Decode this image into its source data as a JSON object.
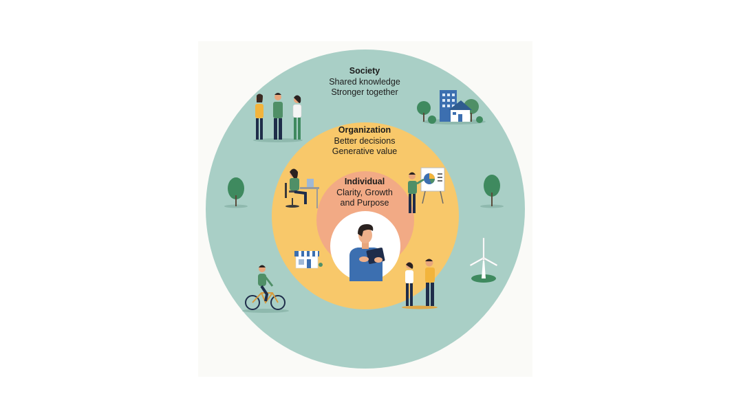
{
  "rings": {
    "society": {
      "title": "Society",
      "lines": [
        "Shared knowledge",
        "Stronger together"
      ],
      "color": "#a9cfc6"
    },
    "organization": {
      "title": "Organization",
      "lines": [
        "Better decisions",
        "Generative value"
      ],
      "color": "#f8c86a"
    },
    "individual": {
      "title": "Individual",
      "lines": [
        "Clarity, Growth",
        "and Purpose"
      ],
      "color": "#f2aa85"
    },
    "core_color": "#ffffff"
  },
  "illustrations": [
    {
      "icon": "group-of-people-icon"
    },
    {
      "icon": "city-buildings-icon"
    },
    {
      "icon": "tree-icon"
    },
    {
      "icon": "woman-at-laptop-icon"
    },
    {
      "icon": "presenter-with-chart-icon"
    },
    {
      "icon": "storefront-icon"
    },
    {
      "icon": "wind-turbine-icon"
    },
    {
      "icon": "cyclist-icon"
    },
    {
      "icon": "two-people-talking-icon"
    },
    {
      "icon": "person-with-tablet-icon"
    }
  ]
}
